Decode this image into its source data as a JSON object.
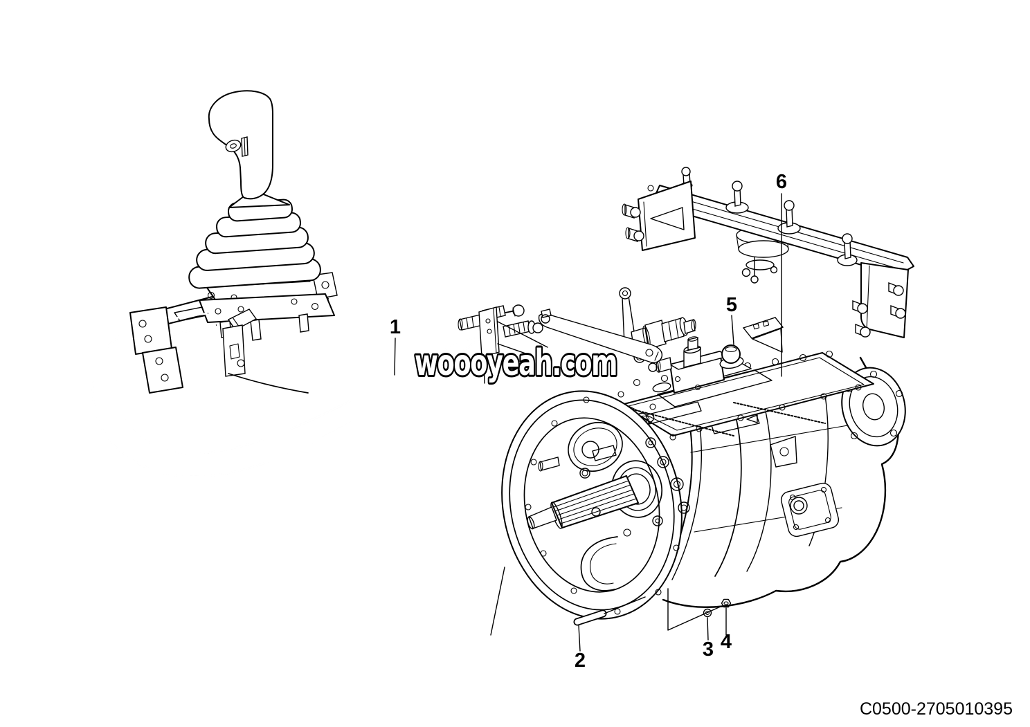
{
  "diagram": {
    "drawing_number": "C0500-2705010395",
    "watermark": "woooyeah.com",
    "callouts": [
      {
        "label": "1"
      },
      {
        "label": "2"
      },
      {
        "label": "3"
      },
      {
        "label": "4"
      },
      {
        "label": "5"
      },
      {
        "label": "6"
      }
    ],
    "colors": {
      "ink": "#000000",
      "background": "#ffffff"
    }
  }
}
